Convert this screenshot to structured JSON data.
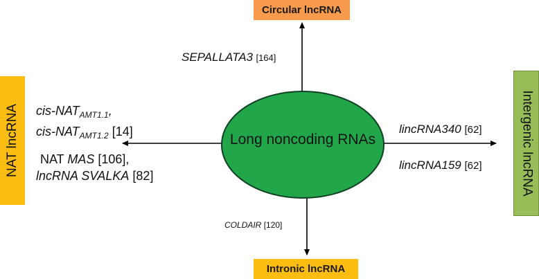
{
  "center": {
    "label": "Long noncoding RNAs",
    "fill": "#22a64a"
  },
  "top": {
    "box_label": "Circular lncRNA",
    "box_color": "#f79a4c",
    "example_name": "SEPALLATA3",
    "example_ref": "[164]"
  },
  "bottom": {
    "box_label": "Intronic lncRNA",
    "box_color": "#fbbd11",
    "example_name": "COLDAIR",
    "example_ref": "[120]"
  },
  "left": {
    "box_label": "NAT lncRNA",
    "box_color": "#fbbd11",
    "line1_name": "cis-NAT",
    "line1_sub": "AMT1.1",
    "line1_sep": ",",
    "line2_name": "cis-NAT",
    "line2_sub": "AMT1.2",
    "line2_ref": "[14]",
    "line3_prefix": "NAT",
    "line3_name": "MAS",
    "line3_ref": "[106],",
    "line4_name": "lncRNA SVALKA",
    "line4_ref": "[82]"
  },
  "right": {
    "box_label": "Intergenic lncRNA",
    "box_color": "#97bd58",
    "example1_name": "lincRNA340",
    "example1_ref": "[62]",
    "example2_name": "lincRNA159",
    "example2_ref": "[62]"
  }
}
